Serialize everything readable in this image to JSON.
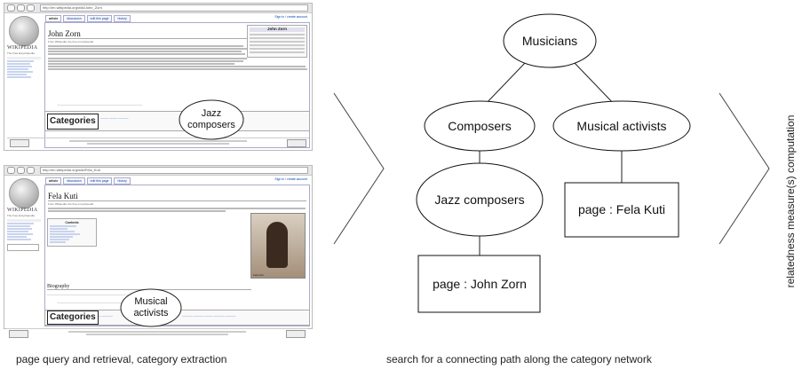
{
  "screenshots": {
    "top": {
      "url": "http://en.wikipedia.org/wiki/John_Zorn",
      "page_title": "John Zorn",
      "from": "From Wikipedia, the free encyclopedia",
      "wiki_word": "WIKIPEDIA",
      "wiki_sub": "The Free Encyclopedia",
      "tabs": [
        "article",
        "discussion",
        "edit this page",
        "history"
      ],
      "login": "Sign in / create account",
      "infobox_title": "John Zorn",
      "categories_label": "Categories",
      "callout": "Jazz composers"
    },
    "bottom": {
      "url": "http://en.wikipedia.org/wiki/Fela_Kuti",
      "page_title": "Fela Kuti",
      "from": "From Wikipedia, the free encyclopedia",
      "wiki_word": "WIKIPEDIA",
      "wiki_sub": "The Free Encyclopedia",
      "tabs": [
        "article",
        "discussion",
        "edit this page",
        "history"
      ],
      "login": "Sign in / create account",
      "toc_title": "Contents",
      "section": "Biography",
      "photo_caption": "Fela Kuti",
      "categories_label": "Categories",
      "callout": "Musical activists"
    }
  },
  "graph": {
    "root": "Musicians",
    "left": "Composers",
    "right": "Musical activists",
    "jazz": "Jazz composers",
    "page_zorn": "page : John Zorn",
    "page_fela": "page : Fela Kuti"
  },
  "captions": {
    "left": "page query and retrieval, category extraction",
    "middle": "search for a connecting path along the category network",
    "right": "relatedness measure(s) computation"
  }
}
